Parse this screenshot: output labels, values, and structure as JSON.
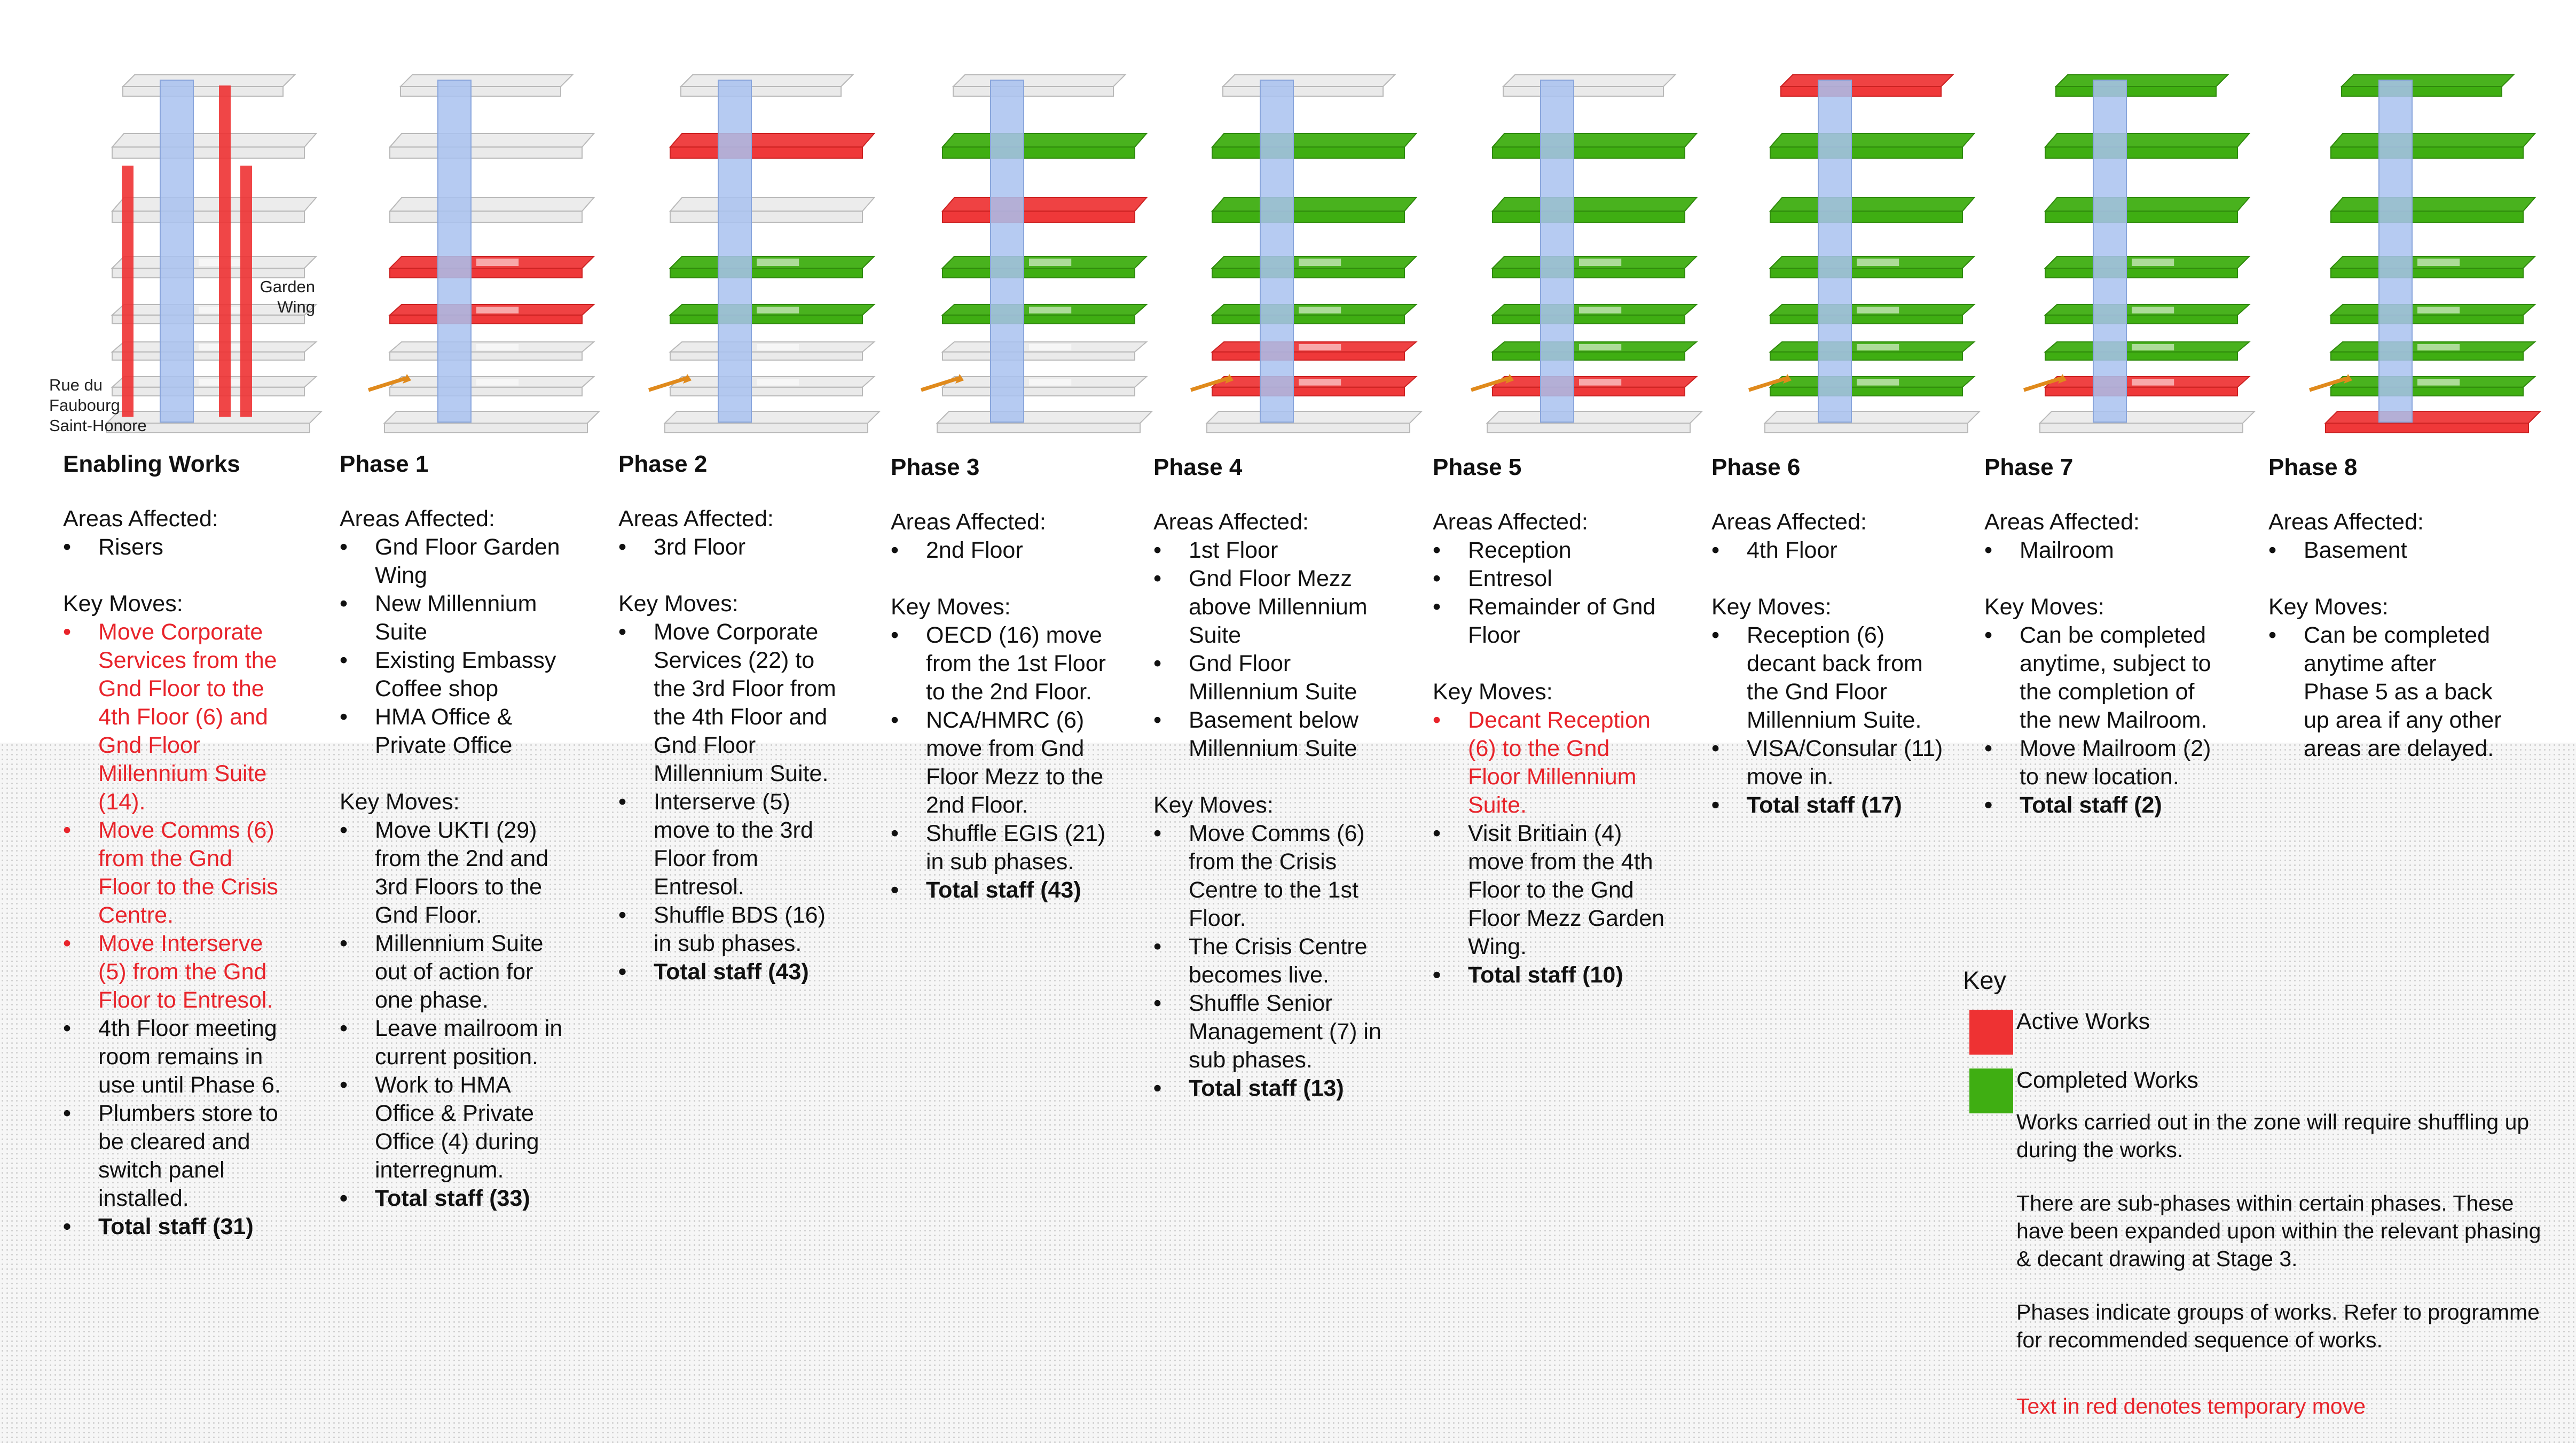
{
  "callouts": {
    "garden_wing": [
      "Garden",
      "Wing"
    ],
    "street": [
      "Rue du",
      "Faubourg",
      "Saint-Honore"
    ]
  },
  "colors": {
    "active": "#ee3233",
    "completed": "#3fae12",
    "core": "#a9c2f0",
    "floor": "#dcdcdc",
    "arrow": "#e08a1c",
    "temporary_text": "#e8242b"
  },
  "phases": [
    {
      "title": "Enabling Works",
      "areas_label": "Areas Affected:",
      "areas": [
        "Risers"
      ],
      "moves_label": "Key Moves:",
      "moves": [
        {
          "text": "Move Corporate Services from the Gnd Floor to the 4th Floor (6) and Gnd Floor Millennium Suite (14).",
          "red": true
        },
        {
          "text": "Move Comms (6) from the Gnd Floor to the Crisis Centre.",
          "red": true
        },
        {
          "text": "Move Interserve (5) from the Gnd Floor to Entresol.",
          "red": true
        },
        {
          "text": "4th Floor meeting room remains in use until Phase 6.",
          "red": false
        },
        {
          "text": "Plumbers store to be cleared and switch panel installed.",
          "red": false
        },
        {
          "text": "Total staff (31)",
          "total": true
        }
      ]
    },
    {
      "title": "Phase 1",
      "areas_label": "Areas Affected:",
      "areas": [
        "Gnd Floor Garden Wing",
        "New Millennium Suite",
        "Existing Embassy Coffee shop",
        "HMA Office & Private Office"
      ],
      "moves_label": "Key Moves:",
      "moves": [
        {
          "text": "Move UKTI (29) from the 2nd and 3rd Floors to the Gnd Floor."
        },
        {
          "text": "Millennium Suite out of action for one phase."
        },
        {
          "text": "Leave mailroom in current position."
        },
        {
          "text": "Work to HMA Office & Private Office (4) during interregnum."
        },
        {
          "text": "Total staff (33)",
          "total": true
        }
      ]
    },
    {
      "title": "Phase 2",
      "areas_label": "Areas Affected:",
      "areas": [
        "3rd Floor"
      ],
      "moves_label": "Key Moves:",
      "moves": [
        {
          "text": "Move Corporate Services (22) to the 3rd Floor from the 4th Floor and Gnd Floor Millennium Suite."
        },
        {
          "text": "Interserve (5) move to the 3rd Floor from Entresol."
        },
        {
          "text": "Shuffle BDS (16) in sub phases."
        },
        {
          "text": "Total staff (43)",
          "total": true
        }
      ]
    },
    {
      "title": "Phase 3",
      "areas_label": "Areas Affected:",
      "areas": [
        "2nd Floor"
      ],
      "moves_label": "Key Moves:",
      "moves": [
        {
          "text": "OECD (16) move from the 1st Floor to the 2nd Floor."
        },
        {
          "text": "NCA/HMRC (6) move from Gnd Floor Mezz to the 2nd Floor."
        },
        {
          "text": "Shuffle EGIS (21) in sub phases."
        },
        {
          "text": "Total staff (43)",
          "total": true
        }
      ]
    },
    {
      "title": "Phase 4",
      "areas_label": "Areas Affected:",
      "areas": [
        "1st Floor",
        "Gnd Floor Mezz above Millennium Suite",
        "Gnd Floor Millennium Suite",
        "Basement below Millennium Suite"
      ],
      "moves_label": "Key Moves:",
      "moves": [
        {
          "text": "Move Comms (6) from the Crisis Centre to the 1st Floor."
        },
        {
          "text": "The Crisis Centre becomes live."
        },
        {
          "text": "Shuffle Senior Management (7) in sub phases."
        },
        {
          "text": "Total staff (13)",
          "total": true
        }
      ]
    },
    {
      "title": "Phase 5",
      "areas_label": "Areas Affected:",
      "areas": [
        "Reception",
        "Entresol",
        "Remainder of Gnd Floor"
      ],
      "moves_label": "Key Moves:",
      "moves": [
        {
          "text": "Decant Reception (6) to the Gnd Floor Millennium Suite.",
          "red": true
        },
        {
          "text": "Visit Britiain (4) move from the 4th Floor to the Gnd Floor Mezz Garden Wing."
        },
        {
          "text": "Total staff (10)",
          "total": true
        }
      ]
    },
    {
      "title": "Phase 6",
      "areas_label": "Areas Affected:",
      "areas": [
        "4th Floor"
      ],
      "moves_label": "Key Moves:",
      "moves": [
        {
          "text": "Reception (6) decant back from the Gnd Floor Millennium Suite."
        },
        {
          "text": "VISA/Consular (11) move in."
        },
        {
          "text": "Total staff (17)",
          "total": true
        }
      ]
    },
    {
      "title": "Phase 7",
      "areas_label": "Areas Affected:",
      "areas": [
        "Mailroom"
      ],
      "moves_label": "Key Moves:",
      "moves": [
        {
          "text": "Can be completed anytime, subject to the completion of the new Mailroom."
        },
        {
          "text": "Move Mailroom (2) to new location."
        },
        {
          "text": "Total staff (2)",
          "total": true
        }
      ]
    },
    {
      "title": "Phase 8",
      "areas_label": "Areas Affected:",
      "areas": [
        "Basement"
      ],
      "moves_label": "Key Moves:",
      "moves": [
        {
          "text": "Can be completed anytime after Phase 5 as a back up area if any other areas are delayed."
        }
      ]
    }
  ],
  "key": {
    "title": "Key",
    "active_label": "Active Works",
    "completed_label": "Completed Works",
    "note1": "Works carried out in the zone will require shuffling up during the works.",
    "note2": "There are sub-phases within certain phases. These have been expanded upon within the relevant phasing & decant drawing at Stage 3.",
    "note3": "Phases indicate groups of works. Refer to programme for recommended sequence of works.",
    "note4": "Text in red denotes temporary move"
  }
}
